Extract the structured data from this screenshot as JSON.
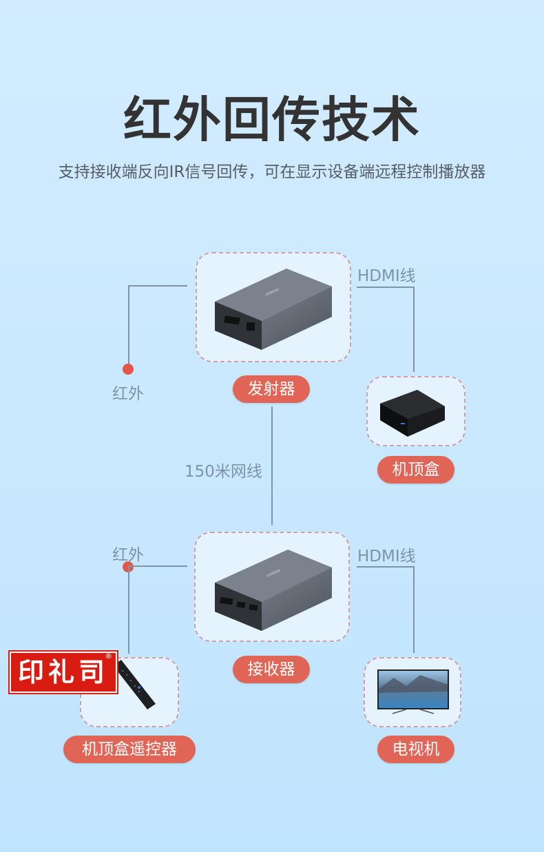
{
  "header": {
    "title": "红外回传技术",
    "subtitle": "支持接收端反向IR信号回传，可在显示设备端远程控制播放器"
  },
  "diagram": {
    "nodes": {
      "transmitter": {
        "label": "发射器",
        "icon": "hdmi-extender-transmitter-icon"
      },
      "set_top_box": {
        "label": "机顶盒",
        "icon": "set-top-box-icon"
      },
      "receiver": {
        "label": "接收器",
        "icon": "hdmi-extender-receiver-icon"
      },
      "remote": {
        "label": "机顶盒遥控器",
        "icon": "remote-control-icon"
      },
      "tv": {
        "label": "电视机",
        "icon": "tv-icon"
      }
    },
    "connections": {
      "ir_top": "红外",
      "hdmi_top": "HDMI线",
      "network": "150米网线",
      "ir_bottom": "红外",
      "hdmi_bottom": "HDMI线"
    }
  },
  "watermark": {
    "text": "印礼司",
    "mark": "®"
  },
  "colors": {
    "background_top": "#d3ecff",
    "background_bottom": "#bfe4fd",
    "pill": "#e06556",
    "line": "#7e93a6",
    "dot": "#e3574b",
    "dashed_border": "#c9a0ab"
  }
}
